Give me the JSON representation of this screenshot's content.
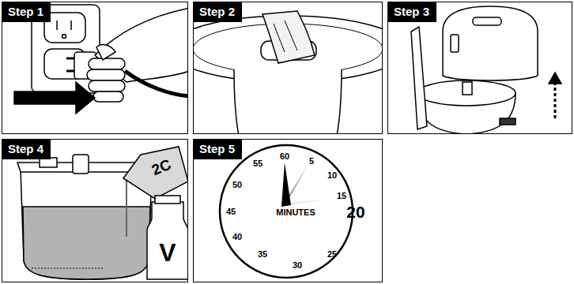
{
  "diagram": {
    "nodes": [
      {
        "text": [
          "Step 1"
        ]
      },
      {
        "text": [
          "Step 2"
        ]
      },
      {
        "text": [
          "Step 3"
        ]
      },
      {
        "text": [
          "Step 4"
        ]
      },
      {
        "text": [
          "Step 5"
        ]
      }
    ],
    "labels": [
      "2C",
      "V",
      "60",
      "5",
      "10",
      "15",
      "20",
      "25",
      "30",
      "35",
      "40",
      "45",
      "50",
      "55",
      "MINUTES"
    ]
  }
}
